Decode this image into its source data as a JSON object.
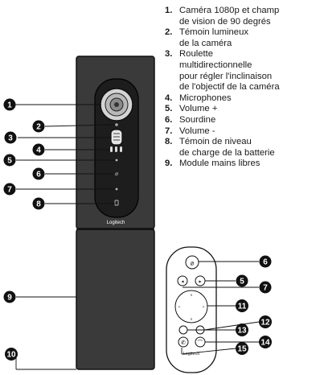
{
  "legend": [
    {
      "num": "1.",
      "text": "Caméra 1080p et champ\nde vision de 90 degrés"
    },
    {
      "num": "2.",
      "text": "Témoin lumineux\nde la caméra"
    },
    {
      "num": "3.",
      "text": "Roulette\nmultidirectionnelle\npour régler l'inclinaison\nde l'objectif de la caméra"
    },
    {
      "num": "4.",
      "text": "Microphones"
    },
    {
      "num": "5.",
      "text": "Volume +"
    },
    {
      "num": "6.",
      "text": "Sourdine"
    },
    {
      "num": "7.",
      "text": "Volume -"
    },
    {
      "num": "8.",
      "text": "Témoin de niveau\nde charge de la batterie"
    },
    {
      "num": "9.",
      "text": "Module mains libres"
    }
  ],
  "camera_callouts": [
    "1",
    "2",
    "3",
    "4",
    "5",
    "6",
    "7",
    "8",
    "9",
    "10"
  ],
  "remote_callouts": [
    "6",
    "5",
    "7",
    "11",
    "12",
    "13",
    "14",
    "15"
  ],
  "camera_logo": "Logitech",
  "remote_logo": "Logitech"
}
